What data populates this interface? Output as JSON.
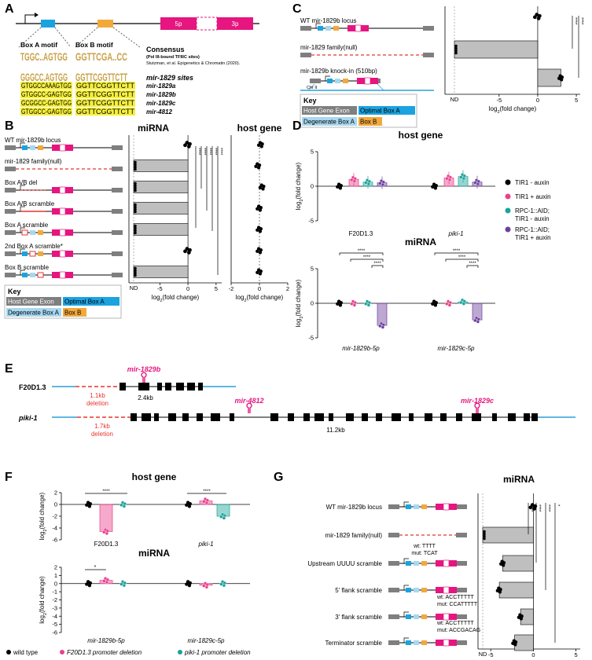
{
  "panels": {
    "A": {
      "letter": "A",
      "gene_labels": {
        "exon5p": "5p",
        "exon3p": "3p"
      },
      "box_a_title": "Box A motif",
      "box_b_title": "Box B motif",
      "consensus_title": "Consensus",
      "consensus_sub": "(Pol III-bound TFIIIC sites)",
      "citation": "Stutzman, et al. Epigenetics & Chromatin (2020).",
      "sites_title": "mir-1829 sites",
      "logo1_a": "TGGC..AGTGG",
      "logo1_b": "GGTTCGA..CC",
      "logo2_a": "GGGCC.AGTGG",
      "logo2_b": "GGTTCGGTTCTT",
      "rows": [
        {
          "box_a": "GTGGCCAAAGTGG",
          "box_b": "GGTTCGGTTCTT",
          "name": "mir-1829a"
        },
        {
          "box_a": "GTGGCC-GAGTGG",
          "box_b": "GGTTCGGTTCTT",
          "name": "mir-1829b"
        },
        {
          "box_a": "GCGGCC-GAGTGG",
          "box_b": "GGTTCGGTTCTT",
          "name": "mir-1829c"
        },
        {
          "box_a": "GTGGCC-GAGTGG",
          "box_b": "GGTTCGGTTCTT",
          "name": "mir-4812"
        }
      ]
    },
    "B": {
      "letter": "B",
      "title_mirna": "miRNA",
      "title_host": "host gene",
      "constructs": [
        "WT mir-1829b locus",
        "mir-1829 family(null)",
        "Box A/B del",
        "Box A/B scramble",
        "Box A scramble",
        "2nd Box A scramble*",
        "Box B scramble"
      ],
      "key_title": "Key",
      "key_items": [
        "Host Gene Exon",
        "Optimal Box A",
        "Degenerate Box A",
        "Box B"
      ],
      "xlabel": "log2(fold change)",
      "nd_label": "ND",
      "sig_labels": [
        "****",
        "****",
        "****",
        "****",
        "****"
      ]
    },
    "C": {
      "letter": "C",
      "constructs": [
        "WT mir-1829b locus",
        "mir-1829 family(null)",
        "mir-1829b knock-in (510bp)"
      ],
      "chr_label": "Chr II",
      "key_title": "Key",
      "key_items": [
        "Host Gene Exon",
        "Optimal Box A",
        "Degenerate Box A",
        "Box B"
      ],
      "xlabel": "log2(fold change)",
      "nd_label": "ND",
      "sig_labels": [
        "****",
        "****"
      ]
    },
    "D": {
      "letter": "D",
      "title_host": "host gene",
      "title_mirna": "miRNA",
      "ylabel": "log2(fold change)",
      "host_groups": [
        "F20D1.3",
        "piki-1"
      ],
      "mirna_groups": [
        "mir-1829b-5p",
        "mir-1829c-5p"
      ],
      "legend": [
        "TIR1 - auxin",
        "TIR1 + auxin",
        "RPC-1::AID; TIR1 - auxin",
        "RPC-1::AID; TIR1 + auxin"
      ],
      "sig_labels": [
        "****",
        "****",
        "****",
        "****",
        "****",
        "****"
      ]
    },
    "E": {
      "letter": "E",
      "gene1": "F20D1.3",
      "gene2": "piki-1",
      "mir_b": "mir-1829b",
      "mir_4812": "mir-4812",
      "mir_c": "mir-1829c",
      "del1": "1.1kb deletion",
      "del2": "1.7kb deletion",
      "size1": "2.4kb",
      "size2": "11.2kb"
    },
    "F": {
      "letter": "F",
      "title_host": "host gene",
      "title_mirna": "miRNA",
      "ylabel": "log2(fold change)",
      "host_groups": [
        "F20D1.3",
        "piki-1"
      ],
      "mirna_groups": [
        "mir-1829b-5p",
        "mir-1829c-5p"
      ],
      "legend": [
        "wild type",
        "F20D1.3 promoter deletion",
        "piki-1 promoter deletion"
      ],
      "sig_labels": [
        "****",
        "****",
        "*"
      ]
    },
    "G": {
      "letter": "G",
      "title": "miRNA",
      "constructs": [
        "WT mir-1829b locus",
        "mir-1829 family(null)",
        "Upstream UUUU scramble",
        "5' flank scramble",
        "3' flank scramble",
        "Terminator scramble"
      ],
      "mut_notes": [
        {
          "wt": "wt: TTTT",
          "mut": "mut: TCAT"
        },
        {
          "wt": "wt: ACCTTTTT",
          "mut": "mut: CCATTTTT"
        },
        {
          "wt": "wt: ACCTTTTT",
          "mut": "mut: ACCGACAG"
        }
      ],
      "xlabel": "log2(fold change)",
      "nd_label": "ND",
      "sig_labels": [
        "****",
        "****",
        "****",
        "*"
      ]
    }
  },
  "colors": {
    "exon": "#7f7f7f",
    "optimal_box_a": "#1ba3e0",
    "degenerate_box_a": "#a8d8f0",
    "box_b": "#f2a93b",
    "mir": "#e6157f",
    "deletion": "#e8342f",
    "intron_blue": "#2aa0d8",
    "bar": "#bfbfbf",
    "tir1_minus": "#000000",
    "tir1_plus": "#e9418c",
    "rpc_minus": "#1aa39a",
    "rpc_plus": "#6c3f9c",
    "highlight": "#f5ef3c"
  },
  "chart_data": [
    {
      "type": "bar",
      "panel": "B",
      "title": "miRNA",
      "xlabel": "log2(fold change)",
      "categories": [
        "WT mir-1829b locus",
        "mir-1829 family(null)",
        "Box A/B del",
        "Box A/B scramble",
        "Box A scramble",
        "2nd Box A scramble*",
        "Box B scramble"
      ],
      "values": [
        0,
        "ND",
        "ND",
        "ND",
        "ND",
        0,
        "ND"
      ],
      "x_ticks": [
        -5,
        0,
        5
      ],
      "xlim": [
        -10,
        6
      ]
    },
    {
      "type": "scatter",
      "panel": "B",
      "title": "host gene",
      "xlabel": "log2(fold change)",
      "categories": [
        "WT mir-1829b locus",
        "mir-1829 family(null)",
        "Box A/B del",
        "Box A/B scramble",
        "Box A scramble",
        "2nd Box A scramble*",
        "Box B scramble"
      ],
      "values": [
        0.1,
        -0.1,
        0.2,
        0.0,
        0.0,
        0.0,
        0.0
      ],
      "x_ticks": [
        -2,
        0,
        2
      ],
      "xlim": [
        -2,
        2
      ]
    },
    {
      "type": "bar",
      "panel": "C",
      "xlabel": "log2(fold change)",
      "categories": [
        "WT mir-1829b locus",
        "mir-1829 family(null)",
        "mir-1829b knock-in (510bp)"
      ],
      "values": [
        0,
        "ND",
        3
      ],
      "x_ticks": [
        -5,
        0,
        5
      ],
      "xlim": [
        -12,
        5.5
      ]
    },
    {
      "type": "bar",
      "panel": "D",
      "title": "host gene",
      "ylabel": "log2(fold change)",
      "categories": [
        "F20D1.3",
        "piki-1"
      ],
      "series": [
        {
          "name": "TIR1 - auxin",
          "values": [
            0,
            0
          ]
        },
        {
          "name": "TIR1 + auxin",
          "values": [
            1,
            1.2
          ]
        },
        {
          "name": "RPC-1::AID; TIR1 - auxin",
          "values": [
            0.6,
            1.4
          ]
        },
        {
          "name": "RPC-1::AID; TIR1 + auxin",
          "values": [
            0.5,
            0.6
          ]
        }
      ],
      "y_ticks": [
        -5,
        0,
        5
      ],
      "ylim": [
        -5,
        5
      ]
    },
    {
      "type": "bar",
      "panel": "D",
      "title": "miRNA",
      "ylabel": "log2(fold change)",
      "categories": [
        "mir-1829b-5p",
        "mir-1829c-5p"
      ],
      "series": [
        {
          "name": "TIR1 - auxin",
          "values": [
            0,
            0
          ]
        },
        {
          "name": "TIR1 + auxin",
          "values": [
            0,
            0
          ]
        },
        {
          "name": "RPC-1::AID; TIR1 - auxin",
          "values": [
            0,
            0.2
          ]
        },
        {
          "name": "RPC-1::AID; TIR1 + auxin",
          "values": [
            -3.2,
            -2.4
          ]
        }
      ],
      "y_ticks": [
        -5,
        0,
        5
      ],
      "ylim": [
        -5,
        5
      ]
    },
    {
      "type": "bar",
      "panel": "F",
      "title": "host gene",
      "ylabel": "log2(fold change)",
      "categories": [
        "F20D1.3",
        "piki-1"
      ],
      "series": [
        {
          "name": "wild type",
          "values": [
            0,
            0
          ]
        },
        {
          "name": "F20D1.3 promoter deletion",
          "values": [
            -4.6,
            0.6
          ]
        },
        {
          "name": "piki-1 promoter deletion",
          "values": [
            0,
            -2
          ]
        }
      ],
      "y_ticks": [
        -6,
        -4,
        -2,
        0,
        2
      ],
      "ylim": [
        -6,
        2
      ]
    },
    {
      "type": "bar",
      "panel": "F",
      "title": "miRNA",
      "ylabel": "log2(fold change)",
      "categories": [
        "mir-1829b-5p",
        "mir-1829c-5p"
      ],
      "series": [
        {
          "name": "wild type",
          "values": [
            0,
            0
          ]
        },
        {
          "name": "F20D1.3 promoter deletion",
          "values": [
            0.4,
            -0.2
          ]
        },
        {
          "name": "piki-1 promoter deletion",
          "values": [
            0,
            0
          ]
        }
      ],
      "y_ticks": [
        -6,
        -5,
        -4,
        -3,
        -2,
        -1,
        0,
        1,
        2
      ],
      "ylim": [
        -6,
        2
      ]
    },
    {
      "type": "bar",
      "panel": "G",
      "title": "miRNA",
      "xlabel": "log2(fold change)",
      "categories": [
        "WT mir-1829b locus",
        "mir-1829 family(null)",
        "Upstream UUUU scramble",
        "5' flank scramble",
        "3' flank scramble",
        "Terminator scramble"
      ],
      "values": [
        0,
        "ND",
        -3.6,
        -4,
        -1.5,
        -2.2
      ],
      "x_ticks": [
        -5,
        0,
        5
      ],
      "xlim": [
        -6.5,
        5.5
      ]
    }
  ]
}
